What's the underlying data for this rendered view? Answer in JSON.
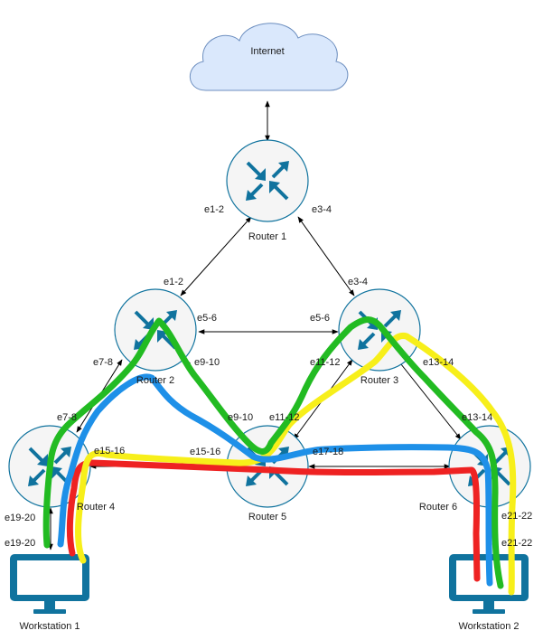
{
  "cloud": {
    "label": "Internet"
  },
  "routers": [
    {
      "id": "r1",
      "label": "Router 1"
    },
    {
      "id": "r2",
      "label": "Router 2"
    },
    {
      "id": "r3",
      "label": "Router 3"
    },
    {
      "id": "r4",
      "label": "Router 4"
    },
    {
      "id": "r5",
      "label": "Router 5"
    },
    {
      "id": "r6",
      "label": "Router 6"
    }
  ],
  "workstations": [
    {
      "id": "ws1",
      "label": "Workstation 1"
    },
    {
      "id": "ws2",
      "label": "Workstation 2"
    }
  ],
  "interfaces": {
    "r1_left": "e1-2",
    "r1_right": "e3-4",
    "r2_top": "e1-2",
    "r2_right": "e5-6",
    "r2_bl": "e7-8",
    "r2_br": "e9-10",
    "r3_top": "e3-4",
    "r3_left": "e5-6",
    "r3_bl": "e11-12",
    "r3_br": "e13-14",
    "r4_top": "e7-8",
    "r4_right": "e15-16",
    "r4_bl": "e19-20",
    "r4_ws": "e19-20",
    "r5_tl": "e9-10",
    "r5_tr": "e11-12",
    "r5_left": "e15-16",
    "r5_right": "e17-18",
    "r6_top": "e13-14",
    "r6_br": "e21-22",
    "r6_ws": "e21-22"
  },
  "colors": {
    "router_fill": "#f5f5f5",
    "router_stroke": "#10739e",
    "router_arrow": "#10739e",
    "cloud_fill": "#dae8fc",
    "cloud_stroke": "#6c8ebf",
    "monitor": "#10739e",
    "green_path": "#22bb22",
    "blue_path": "#1e90e8",
    "yellow_path": "#f7ef1a",
    "red_path": "#ee2222",
    "link": "#000000"
  }
}
